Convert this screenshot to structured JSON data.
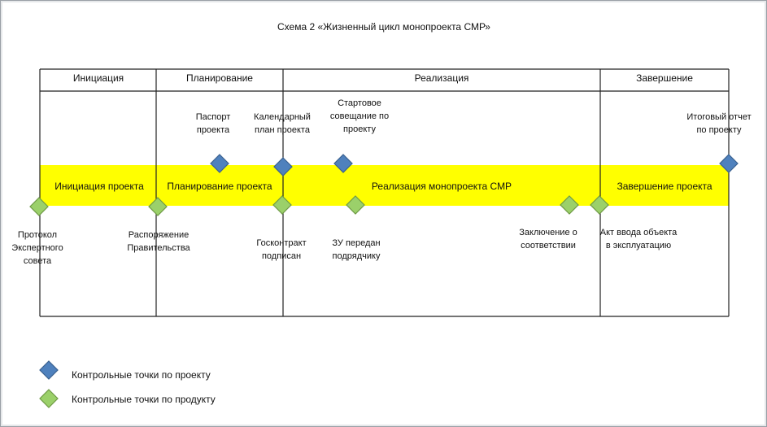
{
  "title": "Схема 2 «Жизненный цикл монопроекта СМР»",
  "phases": [
    {
      "label": "Инициация"
    },
    {
      "label": "Планирование"
    },
    {
      "label": "Реализация"
    },
    {
      "label": "Завершение"
    }
  ],
  "band": {
    "color": "#ffff00",
    "labels": [
      "Инициация проекта",
      "Планирование проекта",
      "Реализация монопроекта СМР",
      "Завершение проекта"
    ]
  },
  "project_milestones": [
    {
      "lines": [
        "Паспорт",
        "проекта"
      ]
    },
    {
      "lines": [
        "Календарный",
        "план проекта"
      ]
    },
    {
      "lines": [
        "Стартовое",
        "совещание по",
        "проекту"
      ]
    },
    {
      "lines": [
        "Итоговый отчет",
        "по проекту"
      ]
    }
  ],
  "product_milestones": [
    {
      "lines": [
        "Протокол",
        "Экспертного",
        "совета"
      ]
    },
    {
      "lines": [
        "Распоряжение",
        "Правительства"
      ]
    },
    {
      "lines": [
        "Госконтракт",
        "подписан"
      ]
    },
    {
      "lines": [
        "ЗУ передан",
        "подрядчику"
      ]
    },
    {
      "lines": [
        "Заключение о",
        "соответствии"
      ]
    },
    {
      "lines": [
        "Акт ввода объекта",
        "в эксплуатацию"
      ]
    }
  ],
  "legend": [
    {
      "label": "Контрольные точки по проекту",
      "color": "#4f81bd"
    },
    {
      "label": "Контрольные точки по продукту",
      "color": "#9bd06a"
    }
  ],
  "colors": {
    "project_fill": "#4f81bd",
    "project_stroke": "#3a618f",
    "product_fill": "#9bd06a",
    "product_stroke": "#6f9a46",
    "band_stroke": "#c9c900"
  }
}
